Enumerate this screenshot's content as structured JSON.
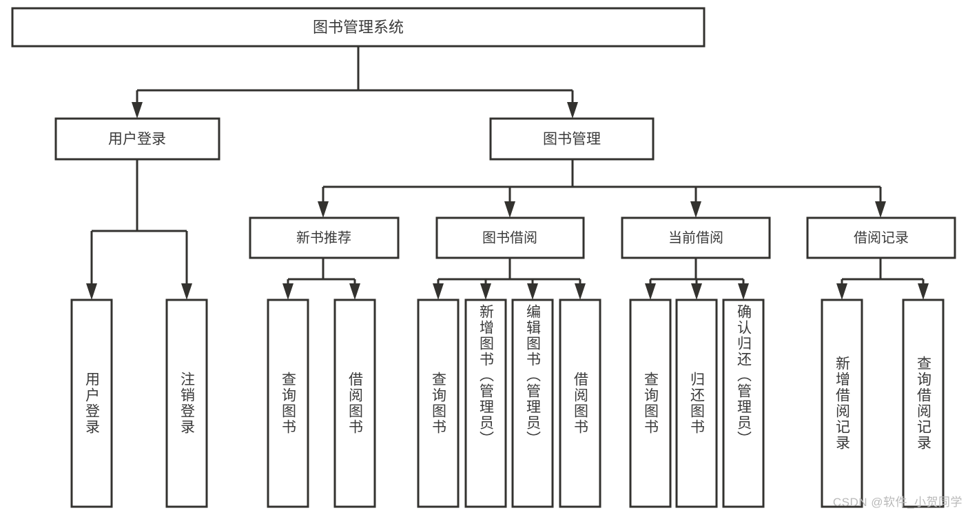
{
  "diagram": {
    "type": "hierarchy-tree",
    "title_node": {
      "id": "root",
      "label": "图书管理系统"
    },
    "level1": [
      {
        "id": "user-login",
        "label": "用户登录"
      },
      {
        "id": "book-management",
        "label": "图书管理"
      }
    ],
    "level2": [
      {
        "id": "new-book-recommend",
        "label": "新书推荐",
        "parent": "book-management"
      },
      {
        "id": "book-borrow",
        "label": "图书借阅",
        "parent": "book-management"
      },
      {
        "id": "current-borrow",
        "label": "当前借阅",
        "parent": "book-management"
      },
      {
        "id": "borrow-record",
        "label": "借阅记录",
        "parent": "book-management"
      }
    ],
    "leaves": [
      {
        "id": "leaf-user-login",
        "label": "用户登录",
        "parent": "user-login"
      },
      {
        "id": "leaf-logout-login",
        "label": "注销登录",
        "parent": "user-login"
      },
      {
        "id": "leaf-query-book-1",
        "label": "查询图书",
        "parent": "new-book-recommend"
      },
      {
        "id": "leaf-borrow-book-1",
        "label": "借阅图书",
        "parent": "new-book-recommend"
      },
      {
        "id": "leaf-query-book-2",
        "label": "查询图书",
        "parent": "book-borrow"
      },
      {
        "id": "leaf-add-book",
        "label": "新增图书（管理员）",
        "parent": "book-borrow"
      },
      {
        "id": "leaf-edit-book",
        "label": "编辑图书（管理员）",
        "parent": "book-borrow"
      },
      {
        "id": "leaf-borrow-book-2",
        "label": "借阅图书",
        "parent": "book-borrow"
      },
      {
        "id": "leaf-query-book-3",
        "label": "查询图书",
        "parent": "current-borrow"
      },
      {
        "id": "leaf-return-book",
        "label": "归还图书",
        "parent": "current-borrow"
      },
      {
        "id": "leaf-confirm-return",
        "label": "确认归还（管理员）",
        "parent": "current-borrow"
      },
      {
        "id": "leaf-add-record",
        "label": "新增借阅记录",
        "parent": "borrow-record"
      },
      {
        "id": "leaf-query-record",
        "label": "查询借阅记录",
        "parent": "borrow-record"
      }
    ],
    "colors": {
      "stroke": "#33322f",
      "box_fill": "#ffffff",
      "text": "#3a3a3a",
      "background": "#ffffff",
      "watermark": "#b9b9b9"
    }
  },
  "watermark": {
    "text": "CSDN @软件_小贺同学"
  }
}
